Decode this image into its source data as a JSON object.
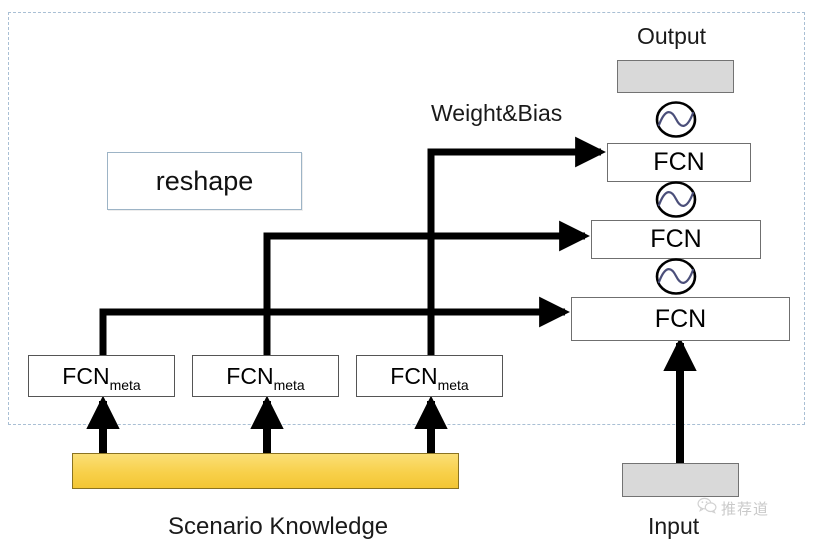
{
  "diagram": {
    "title_region": "Meta-network generating weights and biases for a scenario-conditioned FCN tower",
    "boundary": {
      "name": "dashed-module-boundary",
      "style": "dashed",
      "color": "#a9bfd4"
    }
  },
  "captions": {
    "output": "Output",
    "input": "Input",
    "weight_bias": "Weight&Bias",
    "scenario_knowledge": "Scenario Knowledge"
  },
  "nodes": {
    "reshape": {
      "label": "reshape",
      "border_color": "#9db4c6",
      "fill": "#ffffff"
    },
    "output_bar": {
      "label": "",
      "fill": "#d9d9d9",
      "border_color": "#737373"
    },
    "input_bar": {
      "label": "",
      "fill": "#d9d9d9",
      "border_color": "#737373"
    },
    "scenario_bar": {
      "label": "",
      "fill": "#f8d04a",
      "border_color": "#8a7322"
    },
    "fcn_stack": [
      {
        "label": "FCN",
        "position": "top"
      },
      {
        "label": "FCN",
        "position": "middle"
      },
      {
        "label": "FCN",
        "position": "bottom"
      }
    ],
    "meta_stack": [
      {
        "label": "FCN",
        "subscript": "meta",
        "index": 0
      },
      {
        "label": "FCN",
        "subscript": "meta",
        "index": 1
      },
      {
        "label": "FCN",
        "subscript": "meta",
        "index": 2
      }
    ]
  },
  "activations": [
    {
      "name": "activation-sine-top",
      "glyph": "sine-in-circle"
    },
    {
      "name": "activation-sine-middle",
      "glyph": "sine-in-circle"
    },
    {
      "name": "activation-sine-bottom",
      "glyph": "sine-in-circle"
    }
  ],
  "edges": [
    {
      "from": "fcn-meta-0",
      "to": "fcn-bottom",
      "kind": "weight-bias-arrow"
    },
    {
      "from": "fcn-meta-1",
      "to": "fcn-middle",
      "kind": "weight-bias-arrow"
    },
    {
      "from": "fcn-meta-2",
      "to": "fcn-top",
      "kind": "weight-bias-arrow"
    },
    {
      "from": "scenario-knowledge-bar",
      "to": "fcn-meta-0",
      "kind": "input-arrow"
    },
    {
      "from": "scenario-knowledge-bar",
      "to": "fcn-meta-1",
      "kind": "input-arrow"
    },
    {
      "from": "scenario-knowledge-bar",
      "to": "fcn-meta-2",
      "kind": "input-arrow"
    },
    {
      "from": "input-bar",
      "to": "fcn-bottom",
      "kind": "input-arrow"
    }
  ],
  "watermark": {
    "text": "推荐道",
    "icon": "wechat-icon",
    "color": "#8a8a8a"
  }
}
